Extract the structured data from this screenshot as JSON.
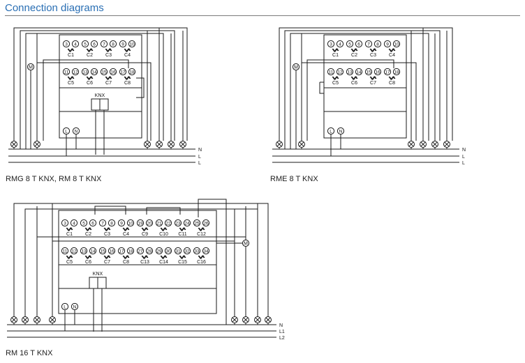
{
  "title": "Connection diagrams",
  "diagrams": [
    {
      "caption": "RMG 8 T KNX, RM 8 T KNX",
      "top_terminals": [
        "3",
        "4",
        "5",
        "6",
        "7",
        "8",
        "9",
        "10"
      ],
      "top_channels": [
        "C1",
        "C2",
        "C3",
        "C4"
      ],
      "bottom_terminals": [
        "11",
        "12",
        "13",
        "14",
        "15",
        "16",
        "17",
        "18"
      ],
      "bottom_channels": [
        "C5",
        "C6",
        "C7",
        "C8"
      ],
      "bus_label": "KNX",
      "supply_terminals": [
        "L",
        "N"
      ],
      "motor_label": "M",
      "lines": [
        "N",
        "L",
        "L"
      ]
    },
    {
      "caption": "RME 8 T KNX",
      "top_terminals": [
        "3",
        "4",
        "5",
        "6",
        "7",
        "8",
        "9",
        "10"
      ],
      "top_channels": [
        "C1",
        "C2",
        "C3",
        "C4"
      ],
      "bottom_terminals": [
        "11",
        "12",
        "13",
        "14",
        "15",
        "16",
        "17",
        "18"
      ],
      "bottom_channels": [
        "C5",
        "C6",
        "C7",
        "C8"
      ],
      "supply_terminals": [
        "L",
        "N"
      ],
      "motor_label": "M",
      "lines": [
        "N",
        "L",
        "L"
      ]
    },
    {
      "caption": "RM 16 T KNX",
      "top_terminals": [
        "3",
        "4",
        "5",
        "6",
        "7",
        "8",
        "9",
        "10",
        "19",
        "20",
        "21",
        "22",
        "23",
        "24",
        "25",
        "26"
      ],
      "top_channels": [
        "C1",
        "C2",
        "C3",
        "C4",
        "C9",
        "C10",
        "C11",
        "C12"
      ],
      "bottom_terminals": [
        "11",
        "12",
        "13",
        "14",
        "15",
        "16",
        "17",
        "18",
        "27",
        "28",
        "29",
        "30",
        "31",
        "32",
        "33",
        "34"
      ],
      "bottom_channels": [
        "C5",
        "C6",
        "C7",
        "C8",
        "C13",
        "C14",
        "C15",
        "C16"
      ],
      "bus_label": "KNX",
      "supply_terminals": [
        "L",
        "N"
      ],
      "motor_label": "M",
      "lines": [
        "N",
        "L1",
        "L2"
      ]
    }
  ]
}
